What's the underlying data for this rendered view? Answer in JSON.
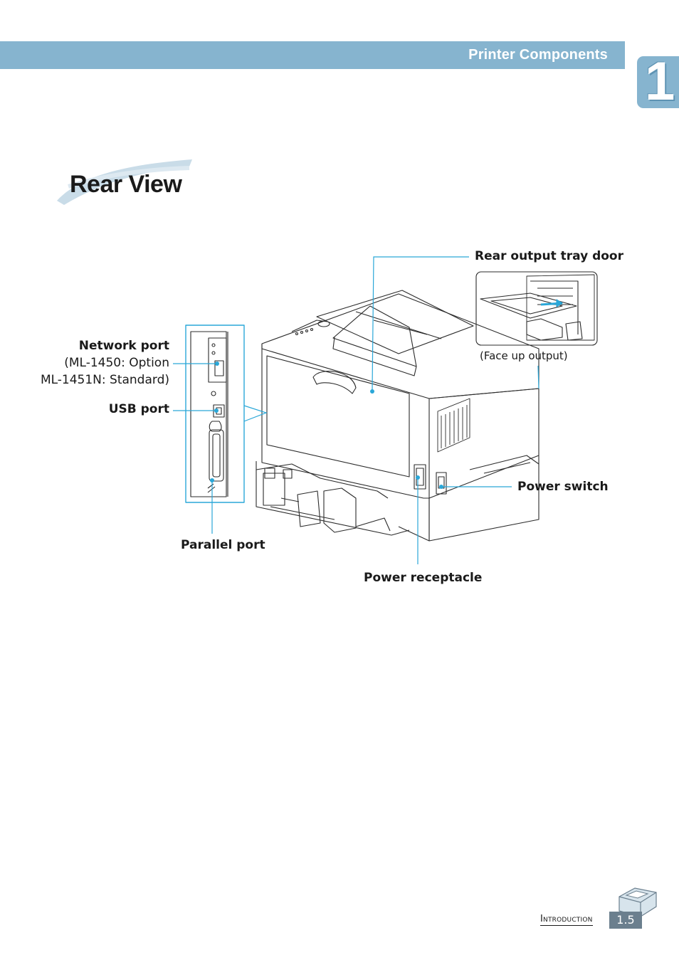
{
  "header": {
    "title": "Printer Components",
    "chapter_number": "1"
  },
  "section": {
    "title": "Rear View"
  },
  "labels": {
    "rear_output_tray_door": "Rear output tray door",
    "face_up_output": "(Face up output)",
    "network_port": "Network port",
    "network_port_line2": "(ML-1450: Option",
    "network_port_line3": "ML-1451N: Standard)",
    "usb_port": "USB port",
    "parallel_port": "Parallel port",
    "power_switch": "Power switch",
    "power_receptacle": "Power receptacle"
  },
  "footer": {
    "section_name": "Introduction",
    "page_number": "1.5"
  },
  "colors": {
    "accent": "#86b4cf",
    "callout_line": "#2aa7d8",
    "page_box": "#6b7f8e"
  }
}
